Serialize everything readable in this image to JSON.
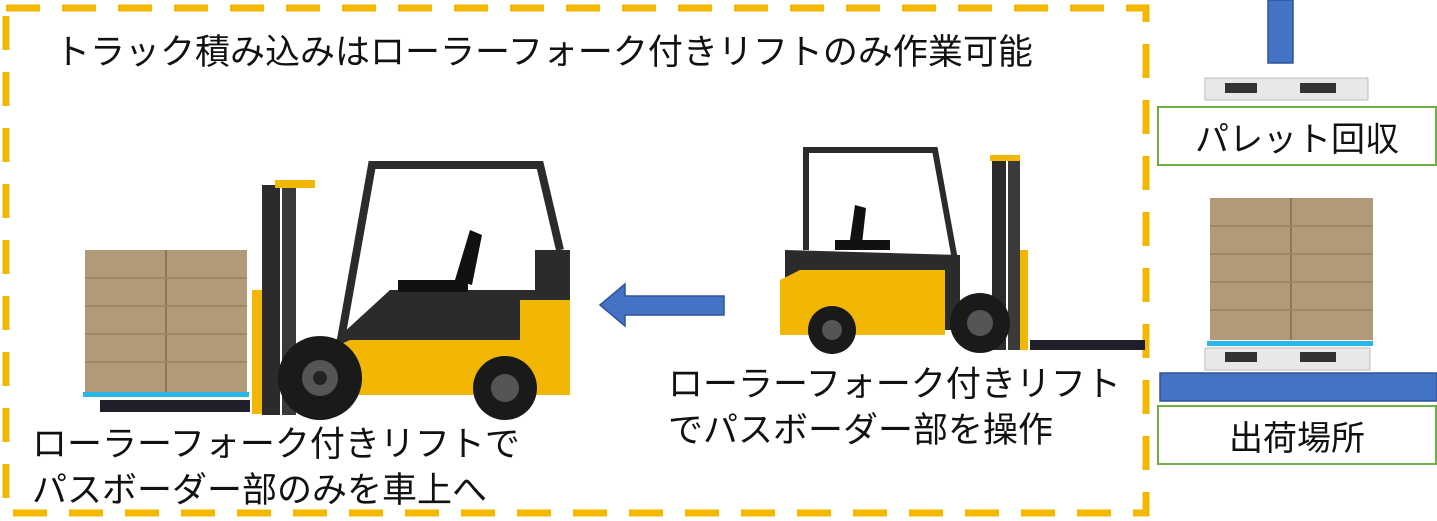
{
  "diagram": {
    "title": "トラック積み込みはローラーフォーク付きリフトのみ作業可能",
    "left_caption_line1": "ローラーフォーク付きリフトで",
    "left_caption_line2": "パスボーダー部のみを車上へ",
    "middle_caption_line1": "ローラーフォーク付きリフト",
    "middle_caption_line2": "でパスボーダー部を操作",
    "pallet_return_label": "パレット回収",
    "shipping_area_label": "出荷場所"
  },
  "colors": {
    "dashed_border": "#f5b800",
    "label_border": "#70ad47",
    "arrow": "#4472c4",
    "pallet_bar": "#4472c4",
    "forklift_body": "#f2b705",
    "forklift_dark": "#2b2b2b",
    "cardboard": "#b09a78",
    "blue_pass_border": "#29b6e8"
  }
}
